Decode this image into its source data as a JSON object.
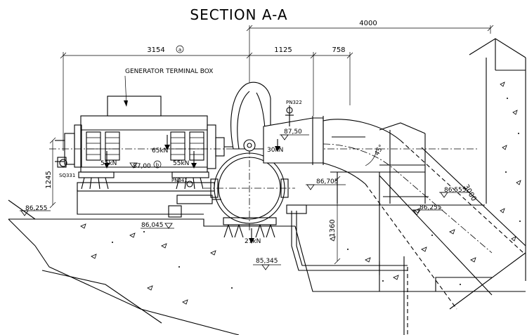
{
  "title": "SECTION A-A",
  "dimensions": {
    "overall_right": "4000",
    "generator_length": "3154",
    "generator_length_marker": "a",
    "spiral_offset": "1125",
    "outlet_offset": "758",
    "foundation_height": "1245",
    "pit_depth": "1360",
    "diagonal_length": "3000",
    "outlet_angle": "45°"
  },
  "labels": {
    "generator_terminal_box": "GENERATOR TERMINAL BOX",
    "valve_pn322": "PN322",
    "valve_pn341": "PN341",
    "sensor_sq331": "SQ331"
  },
  "loads": {
    "outlet": "30kN",
    "generator_center": "65kN",
    "generator_left": "55kN",
    "generator_right": "55kN",
    "spiral_bottom": "27kN"
  },
  "elevations": {
    "outlet_axis": "87,50",
    "generator_axis": "87,00",
    "generator_axis_marker": "b",
    "pipe_top": "86,705",
    "right_platform": "86,555",
    "right_floor": "86,255",
    "left_floor": "86,255",
    "pit_floor": "86,045",
    "drain_level": "85,345"
  }
}
